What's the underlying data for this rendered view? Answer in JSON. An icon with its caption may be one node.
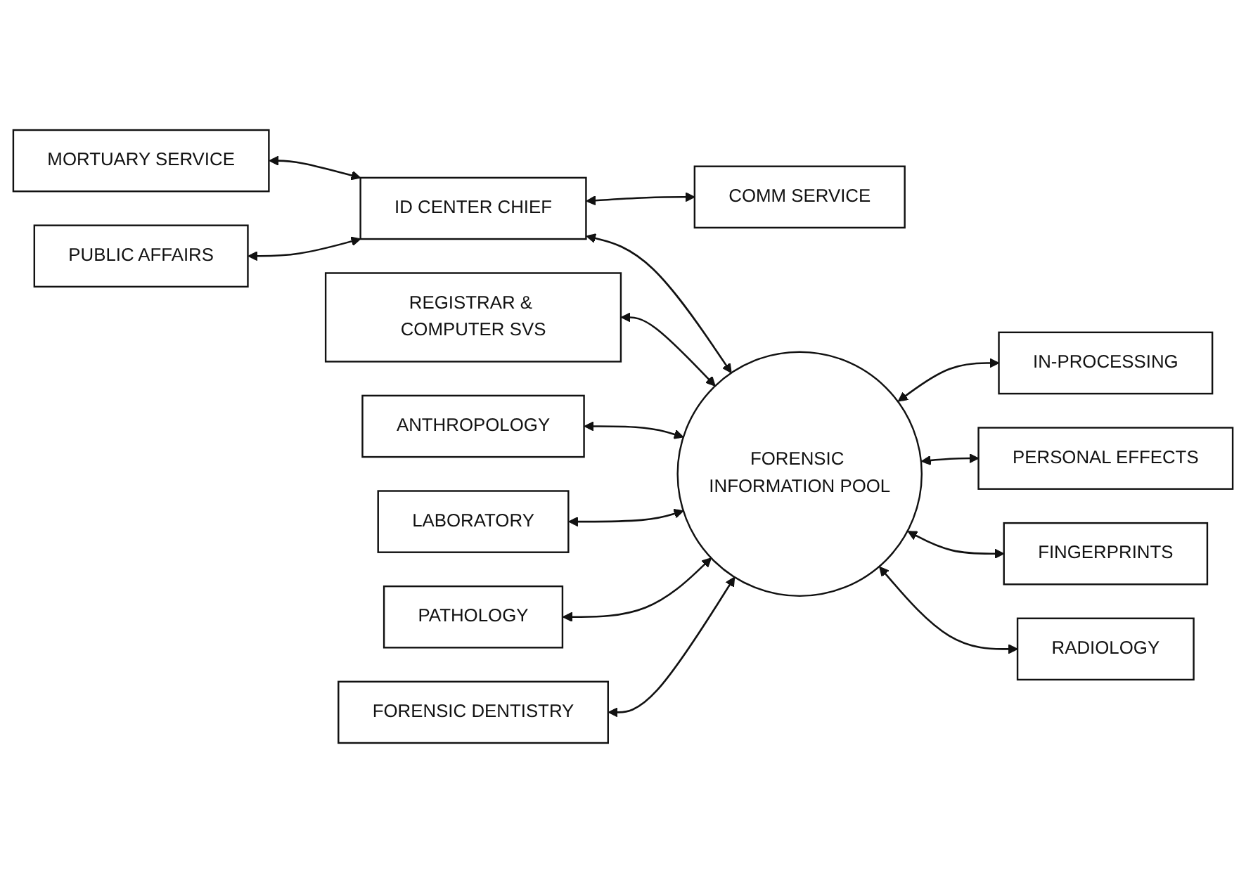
{
  "diagram": {
    "nodes": [
      {
        "text": [
          "MORTUARY SERVICE"
        ]
      },
      {
        "text": [
          "PUBLIC AFFAIRS"
        ]
      },
      {
        "text": [
          "COMM SERVICE"
        ]
      },
      {
        "text": [
          "REGISTRAR & COMPUTER SVS"
        ]
      },
      {
        "text": [
          "ID CENTER CHIEF"
        ]
      },
      {
        "text": [
          "IN-PROCESSING"
        ]
      },
      {
        "text": [
          "ANTHROPOLOGY"
        ]
      },
      {
        "text": [
          "FORENSIC INFORMATION POOL"
        ]
      },
      {
        "text": [
          "PERSONAL EFFECTS"
        ]
      },
      {
        "text": [
          "LABORATORY"
        ]
      },
      {
        "text": [
          "FINGERPRINTS"
        ]
      },
      {
        "text": [
          "PATHOLOGY"
        ]
      },
      {
        "text": [
          "FORENSIC DENTISTRY"
        ]
      },
      {
        "text": [
          "RADIOLOGY"
        ]
      }
    ],
    "edges": [
      {
        "from": 0,
        "to": 4,
        "arrow": "both"
      },
      {
        "from": 1,
        "to": 4,
        "arrow": "both"
      },
      {
        "from": 2,
        "to": 4,
        "arrow": "both"
      },
      {
        "from": 4,
        "to": 7,
        "arrow": "both"
      },
      {
        "from": 3,
        "to": 7,
        "arrow": "both"
      },
      {
        "from": 5,
        "to": 7,
        "arrow": "both"
      },
      {
        "from": 6,
        "to": 7,
        "arrow": "both"
      },
      {
        "from": 8,
        "to": 7,
        "arrow": "both"
      },
      {
        "from": 9,
        "to": 7,
        "arrow": "both"
      },
      {
        "from": 10,
        "to": 7,
        "arrow": "both"
      },
      {
        "from": 11,
        "to": 7,
        "arrow": "both"
      },
      {
        "from": 13,
        "to": 7,
        "arrow": "both"
      },
      {
        "from": 7,
        "to": 12,
        "arrow": "both"
      }
    ]
  }
}
